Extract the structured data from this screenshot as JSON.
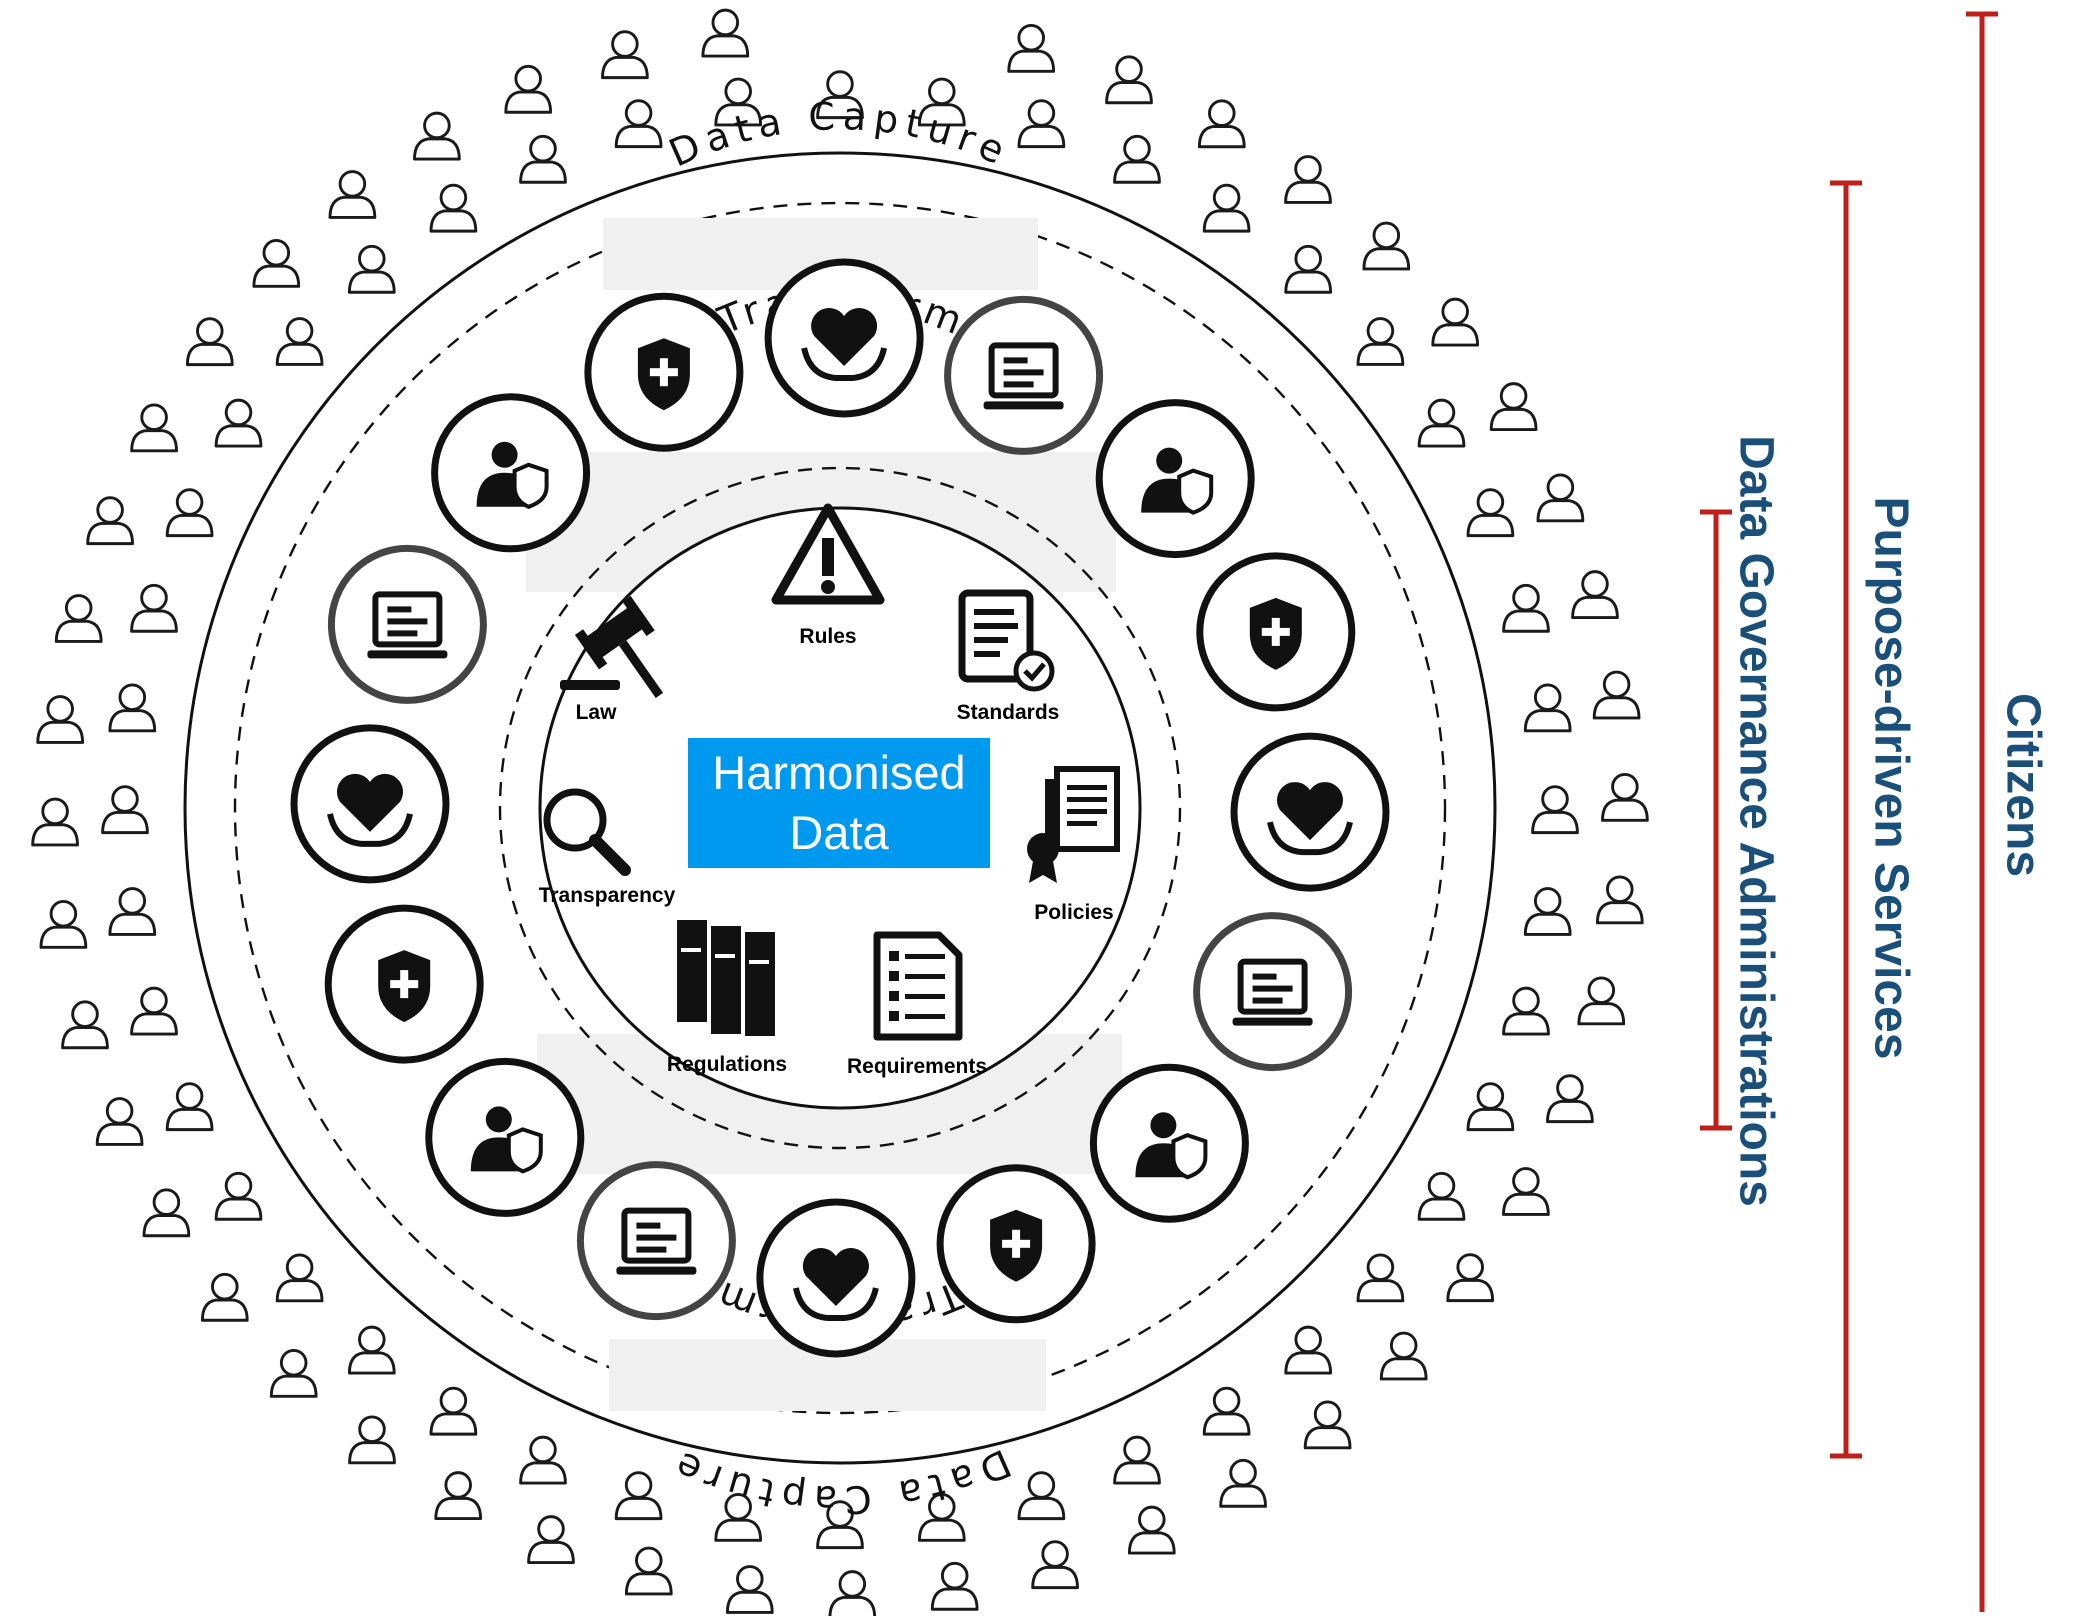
{
  "center": {
    "line1": "Harmonised",
    "line2": "Data"
  },
  "ring_labels": {
    "capture_top": "Data Capture",
    "capture_bottom": "Data Capture",
    "transformation_top": "Data Transformation",
    "transformation_bottom": "Data Transformation"
  },
  "concepts": [
    {
      "key": "rules",
      "label": "Rules",
      "icon": "warning-icon"
    },
    {
      "key": "law",
      "label": "Law",
      "icon": "gavel-icon"
    },
    {
      "key": "standards",
      "label": "Standards",
      "icon": "checked-document-icon"
    },
    {
      "key": "transparency",
      "label": "Transparency",
      "icon": "magnifier-icon"
    },
    {
      "key": "policies",
      "label": "Policies",
      "icon": "certified-document-icon"
    },
    {
      "key": "regulations",
      "label": "Regulations",
      "icon": "binders-icon"
    },
    {
      "key": "requirements",
      "label": "Requirements",
      "icon": "checklist-icon"
    }
  ],
  "service_icons": [
    "family-protection-icon",
    "stethoscope-shield-icon",
    "telehealth-screen-icon",
    "insurance-certificate-icon",
    "heart-in-hands-icon",
    "insured-person-icon",
    "umbrella-group-icon",
    "heart-rate-shield-icon",
    "medical-clipboard-icon",
    "cross-in-hands-icon",
    "doctor-shield-icon",
    "medic-shield-icon",
    "baby-in-hands-icon",
    "money-contract-icon",
    "hand-shield-icon",
    "mother-child-heart-icon"
  ],
  "scales": [
    {
      "label": "Data Governance Administrations",
      "color": "#c0201a"
    },
    {
      "label": "Purpose-driven Services",
      "color": "#c0201a"
    },
    {
      "label": "Citizens",
      "color": "#c0201a"
    }
  ],
  "label_color": "#1a4f7a",
  "accent": "#0099f0"
}
